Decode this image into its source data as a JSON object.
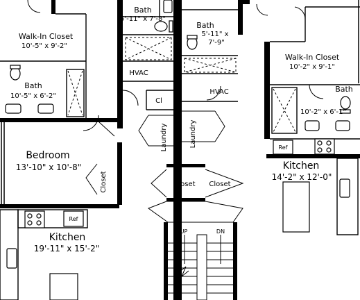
{
  "rooms": {
    "bath_a": {
      "name": "Bath",
      "dims": "5'-11\" x 7'-8\""
    },
    "bath_b": {
      "name": "Bath",
      "dims_line1": "5'-11\" x",
      "dims_line2": "7'-9\""
    },
    "walk_in_left": {
      "name": "Walk-In Closet",
      "dims": "10'-5\" x 9'-2\""
    },
    "bath_left": {
      "name": "Bath",
      "dims": "10'-5\" x 6'-2\""
    },
    "walk_in_right": {
      "name": "Walk-In Closet",
      "dims": "10'-2\" x 9'-1\""
    },
    "bath_right": {
      "name": "Bath",
      "dims": "10'-2\" x 6'-1\""
    },
    "bedroom": {
      "name": "Bedroom",
      "dims": "13'-10\" x 10'-8\""
    },
    "kitchen_right": {
      "name": "Kitchen",
      "dims": "14'-2\" x 12'-0\""
    },
    "kitchen_left": {
      "name": "Kitchen",
      "dims": "19'-11\" x 15'-2\""
    },
    "hvac_left": {
      "name": "HVAC"
    },
    "hvac_right": {
      "name": "HVAC"
    },
    "cl": {
      "name": "Cl"
    },
    "laundry_left": {
      "name": "Laundry"
    },
    "laundry_right": {
      "name": "Laundry"
    },
    "closet_bedroom": {
      "name": "Closet"
    },
    "closet_hall_left": {
      "name": "Closet"
    },
    "closet_hall_right": {
      "name": "Closet"
    }
  },
  "appliances": {
    "ref_right": "Ref",
    "ref_left": "Ref"
  },
  "stairs": {
    "up": "UP",
    "dn": "DN"
  }
}
